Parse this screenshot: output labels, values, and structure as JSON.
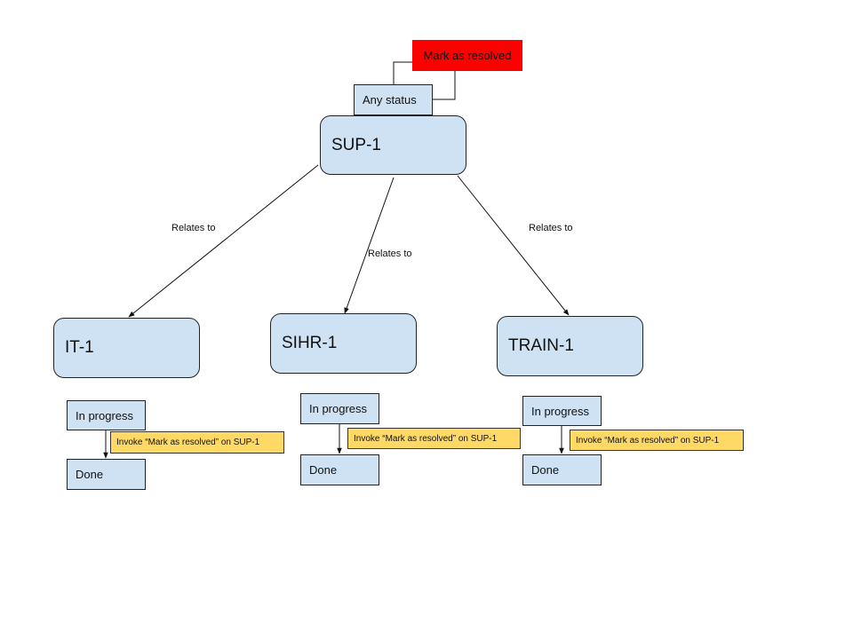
{
  "action": {
    "label": "Mark as resolved",
    "color": "#ff0000"
  },
  "parent": {
    "status_label": "Any status",
    "key": "SUP-1"
  },
  "relation_label": "Relates to",
  "children": [
    {
      "key": "IT-1",
      "from_status": "In progress",
      "to_status": "Done",
      "note": "Invoke “Mark as resolved” on SUP-1"
    },
    {
      "key": "SIHR-1",
      "from_status": "In progress",
      "to_status": "Done",
      "note": "Invoke “Mark as resolved” on SUP-1"
    },
    {
      "key": "TRAIN-1",
      "from_status": "In progress",
      "to_status": "Done",
      "note": "Invoke “Mark as resolved” on SUP-1"
    }
  ],
  "colors": {
    "issue_fill": "#cfe2f3",
    "note_fill": "#ffd966",
    "action_fill": "#ff0000"
  }
}
